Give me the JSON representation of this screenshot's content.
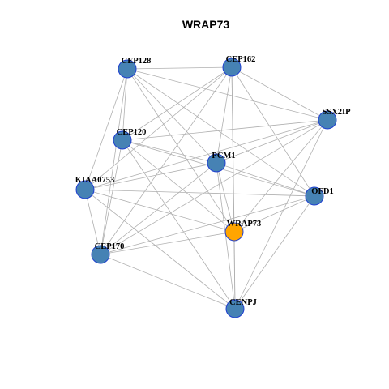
{
  "title": "WRAP73",
  "colors": {
    "node_fill": "#4682B4",
    "focus_fill": "#FFA500",
    "node_border": "#1F3FD0",
    "edge": "#B0B0B0"
  },
  "nodes": [
    {
      "id": "CEP128",
      "label": "CEP128"
    },
    {
      "id": "CEP162",
      "label": "CEP162"
    },
    {
      "id": "SSX2IP",
      "label": "SSX2IP"
    },
    {
      "id": "CEP120",
      "label": "CEP120"
    },
    {
      "id": "PCM1",
      "label": "PCM1"
    },
    {
      "id": "KIAA0753",
      "label": "KIAA0753"
    },
    {
      "id": "OFD1",
      "label": "OFD1"
    },
    {
      "id": "WRAP73",
      "label": "WRAP73",
      "focus": true
    },
    {
      "id": "CEP170",
      "label": "CEP170"
    },
    {
      "id": "CENPJ",
      "label": "CENPJ"
    }
  ],
  "edges": [
    [
      "CEP128",
      "CEP162"
    ],
    [
      "CEP128",
      "SSX2IP"
    ],
    [
      "CEP128",
      "CEP120"
    ],
    [
      "CEP128",
      "CEP170"
    ],
    [
      "CEP128",
      "KIAA0753"
    ],
    [
      "CEP128",
      "WRAP73"
    ],
    [
      "CEP128",
      "OFD1"
    ],
    [
      "CEP128",
      "PCM1"
    ],
    [
      "CEP162",
      "CEP120"
    ],
    [
      "CEP162",
      "SSX2IP"
    ],
    [
      "CEP162",
      "KIAA0753"
    ],
    [
      "CEP162",
      "PCM1"
    ],
    [
      "CEP162",
      "WRAP73"
    ],
    [
      "CEP162",
      "OFD1"
    ],
    [
      "CEP162",
      "CEP170"
    ],
    [
      "CEP162",
      "CENPJ"
    ],
    [
      "SSX2IP",
      "CEP120"
    ],
    [
      "SSX2IP",
      "KIAA0753"
    ],
    [
      "SSX2IP",
      "PCM1"
    ],
    [
      "SSX2IP",
      "WRAP73"
    ],
    [
      "SSX2IP",
      "CENPJ"
    ],
    [
      "SSX2IP",
      "CEP170"
    ],
    [
      "CEP120",
      "PCM1"
    ],
    [
      "CEP120",
      "OFD1"
    ],
    [
      "CEP120",
      "CENPJ"
    ],
    [
      "CEP120",
      "CEP170"
    ],
    [
      "CEP120",
      "WRAP73"
    ],
    [
      "PCM1",
      "KIAA0753"
    ],
    [
      "PCM1",
      "OFD1"
    ],
    [
      "PCM1",
      "WRAP73"
    ],
    [
      "PCM1",
      "CENPJ"
    ],
    [
      "PCM1",
      "CEP170"
    ],
    [
      "KIAA0753",
      "OFD1"
    ],
    [
      "KIAA0753",
      "CEP170"
    ],
    [
      "KIAA0753",
      "CENPJ"
    ],
    [
      "KIAA0753",
      "WRAP73"
    ],
    [
      "OFD1",
      "CEP170"
    ],
    [
      "OFD1",
      "WRAP73"
    ],
    [
      "OFD1",
      "CENPJ"
    ],
    [
      "WRAP73",
      "CEP170"
    ],
    [
      "WRAP73",
      "CENPJ"
    ],
    [
      "CEP170",
      "CENPJ"
    ]
  ]
}
